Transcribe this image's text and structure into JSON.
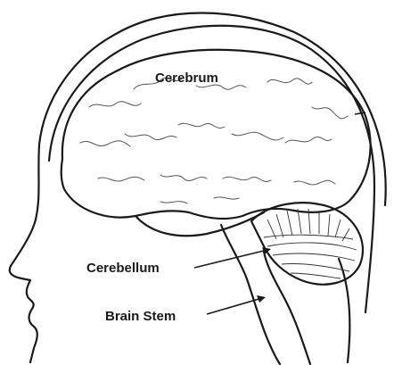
{
  "labels": {
    "cerebrum": "Cerebrum",
    "cerebellum": "Cerebellum",
    "brain_stem": "Brain Stem"
  }
}
